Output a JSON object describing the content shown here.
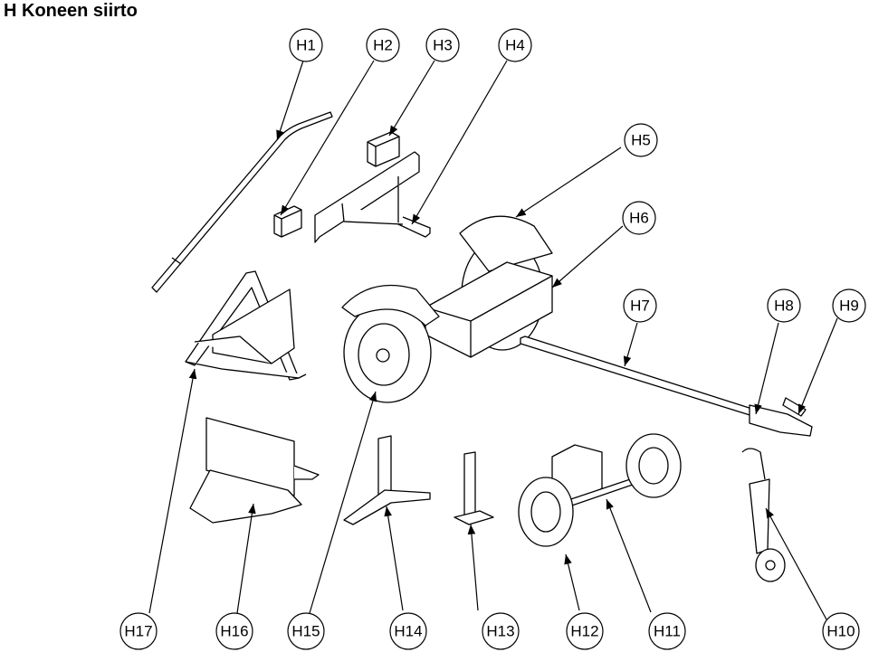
{
  "title": "H Koneen siirto",
  "callouts": {
    "H1": "H1",
    "H2": "H2",
    "H3": "H3",
    "H4": "H4",
    "H5": "H5",
    "H6": "H6",
    "H7": "H7",
    "H8": "H8",
    "H9": "H9",
    "H10": "H10",
    "H11": "H11",
    "H12": "H12",
    "H13": "H13",
    "H14": "H14",
    "H15": "H15",
    "H16": "H16",
    "H17": "H17"
  }
}
